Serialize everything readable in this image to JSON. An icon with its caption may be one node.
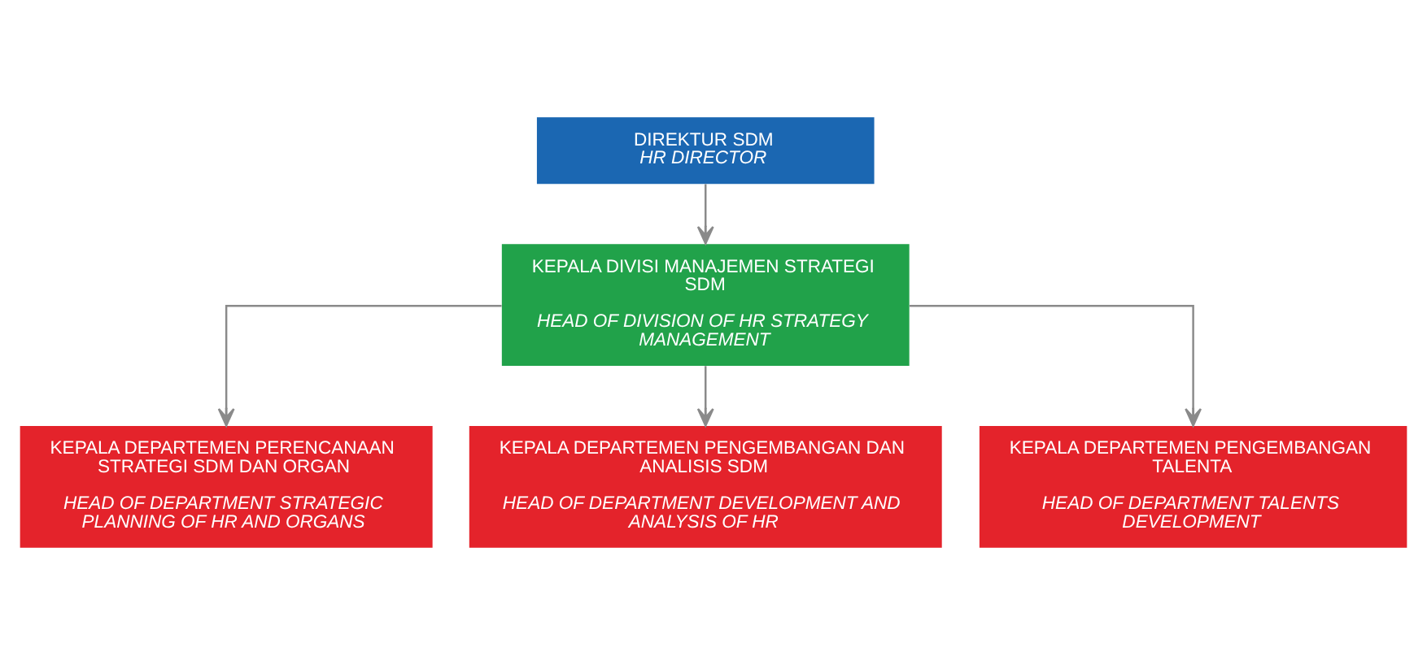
{
  "diagram": {
    "nodes": [
      {
        "text": [
          "DIREKTUR SDM",
          "HR DIRECTOR"
        ]
      },
      {
        "text": [
          "KEPALA DIVISI MANAJEMEN STRATEGI SDM",
          "HEAD OF DIVISION OF HR STRATEGY MANAGEMENT"
        ]
      },
      {
        "text": [
          "KEPALA DEPARTEMEN PERENCANAAN STRATEGI SDM DAN ORGAN",
          "HEAD OF DEPARTMENT STRATEGIC PLANNING OF HR AND ORGANS"
        ]
      },
      {
        "text": [
          "KEPALA DEPARTEMEN PENGEMBANGAN DAN ANALISIS SDM",
          "HEAD OF DEPARTMENT DEVELOPMENT AND ANALYSIS OF HR"
        ]
      },
      {
        "text": [
          "KEPALA DEPARTEMEN PENGEMBANGAN TALENTA",
          "HEAD OF DEPARTMENT TALENTS DEVELOPMENT"
        ]
      }
    ],
    "edges": [
      {
        "from": 0,
        "to": 1,
        "arrow": "to"
      },
      {
        "from": 1,
        "to": 2,
        "arrow": "to"
      },
      {
        "from": 1,
        "to": 3,
        "arrow": "to"
      },
      {
        "from": 1,
        "to": 4,
        "arrow": "to"
      }
    ]
  }
}
